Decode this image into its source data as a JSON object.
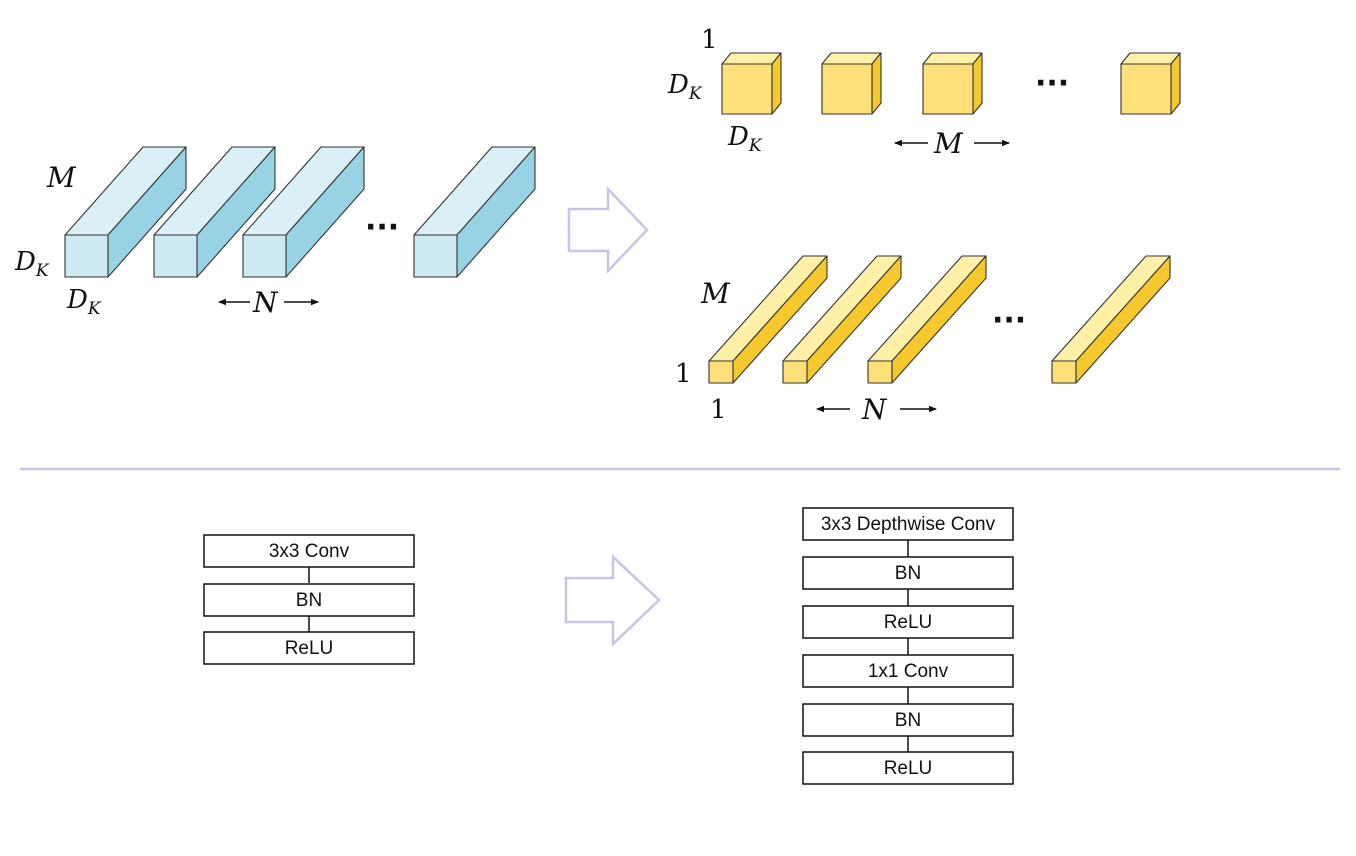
{
  "colors": {
    "standard_kernel_front": "#cde9f2",
    "standard_kernel_top": "#daeff6",
    "standard_kernel_side": "#97d3e4",
    "depthwise_front": "#fde07a",
    "depthwise_top": "#fff0a8",
    "depthwise_side": "#f5c82e",
    "transform_arrow": "#c9c3e6",
    "divider": "#c8c5dc"
  },
  "top": {
    "standard_filters": {
      "channels_label": "M",
      "height_label_base": "D",
      "height_label_sub": "K",
      "width_label_base": "D",
      "width_label_sub": "K",
      "ellipsis": "···",
      "count_label": "N"
    },
    "depthwise_filters": {
      "depth_label": "1",
      "height_label_base": "D",
      "height_label_sub": "K",
      "width_label_base": "D",
      "width_label_sub": "K",
      "ellipsis": "···",
      "count_label": "M"
    },
    "pointwise_filters": {
      "channels_label": "M",
      "height_label": "1",
      "width_label": "1",
      "ellipsis": "···",
      "count_label": "N"
    }
  },
  "bottom": {
    "standard_block": [
      "3x3 Conv",
      "BN",
      "ReLU"
    ],
    "separable_block": [
      "3x3 Depthwise Conv",
      "BN",
      "ReLU",
      "1x1 Conv",
      "BN",
      "ReLU"
    ]
  }
}
